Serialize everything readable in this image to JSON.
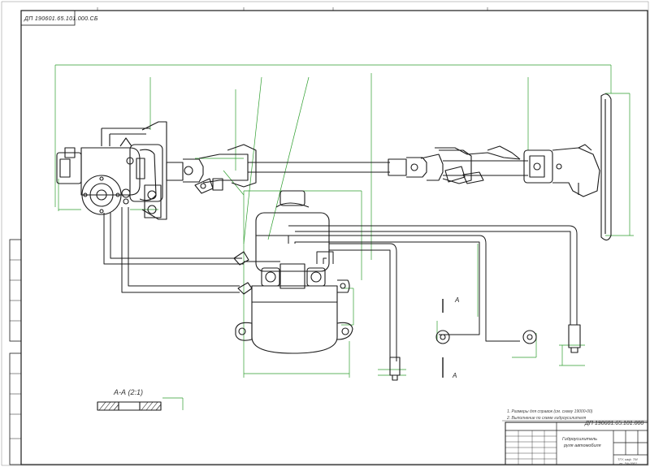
{
  "drawing": {
    "code_top_left": "ДП 190601.65.101.000.СБ",
    "section_label": "А-А (2:1)",
    "cut_letter": "А",
    "notes": [
      "1. Размеры для справок (см. схему 19000-00)",
      "2. Выполнение по схеме гидроусилителя"
    ],
    "title_block": {
      "code": "ДП 190601.65.101.000",
      "name_line1": "Гидроусилитель",
      "name_line2": "руля автомобиля",
      "org_line1": "ТГУ, каф. ТМ",
      "org_line2": "гр. ЭА-0901"
    }
  },
  "colors": {
    "line": "#1a1a1a",
    "dimension": "#2e9e2e",
    "background": "#ffffff"
  }
}
